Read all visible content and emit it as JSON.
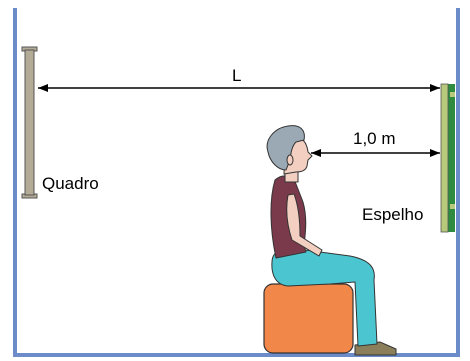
{
  "labels": {
    "distance_total": "L",
    "distance_mirror": "1,0 m",
    "painting": "Quadro",
    "mirror": "Espelho"
  },
  "colors": {
    "walls": "#6b8cc9",
    "floor": "#6b8cc9",
    "painting_frame": "#b3ab95",
    "mirror_frame": "#b7c97a",
    "mirror_glass": "#2e8b3f",
    "skin": "#f2cfc0",
    "hair": "#9aa9b3",
    "shirt": "#7b3a4c",
    "pants": "#4bc6d0",
    "shoe": "#8a7f5a",
    "stool": "#f2874a"
  },
  "icons": {
    "painting": "painting-icon",
    "mirror": "mirror-icon",
    "person": "seated-person-icon",
    "stool": "stool-icon"
  }
}
